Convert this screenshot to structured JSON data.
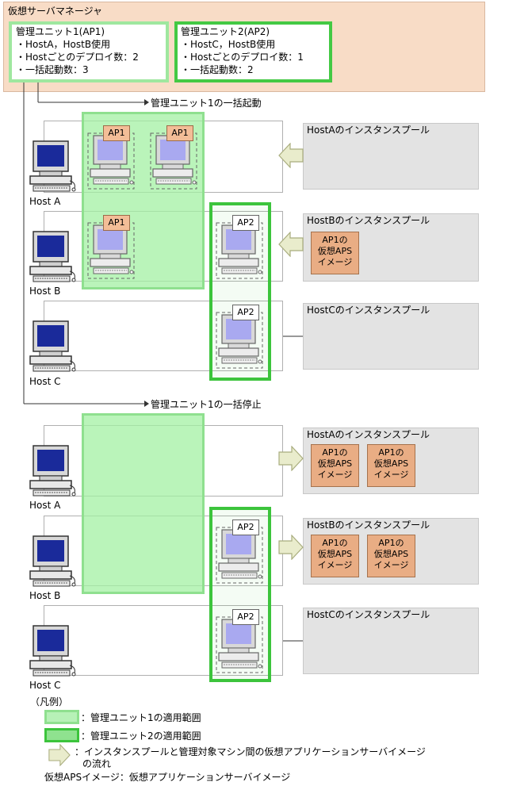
{
  "manager": {
    "title": "仮想サーバマネージャ",
    "unit1": {
      "lines": [
        "管理ユニット1(AP1)",
        "・HostA，HostB使用",
        "・Hostごとのデプロイ数：2",
        "・一括起動数：3"
      ]
    },
    "unit2": {
      "lines": [
        "管理ユニット2(AP2)",
        "・HostC，HostB使用",
        "・Hostごとのデプロイ数：1",
        "・一括起動数：2"
      ]
    }
  },
  "sections": {
    "start": "管理ユニット1の一括起動",
    "stop": "管理ユニット1の一括停止"
  },
  "hosts": {
    "a": "Host A",
    "b": "Host B",
    "c": "Host C"
  },
  "pools": {
    "a": "HostAのインスタンスプール",
    "b": "HostBのインスタンスプール",
    "c": "HostCのインスタンスプール"
  },
  "labels": {
    "ap1": "AP1",
    "ap2": "AP2"
  },
  "image": {
    "line1": "AP1の",
    "line2": "仮想APS",
    "line3": "イメージ"
  },
  "legend": {
    "heading": "（凡例）",
    "item1": "：管理ユニット1の適用範囲",
    "item2": "：管理ユニット2の適用範囲",
    "item3a": "：インスタンスプールと管理対象マシン間の仮想アプリケーションサーバイメージ",
    "item3b": "の流れ",
    "note": "仮想APSイメージ：仮想アプリケーションサーバイメージ"
  },
  "colors": {
    "unit1": "#9fe79f",
    "unit2": "#44c944",
    "manager": "#f8dcc6",
    "pool": "#e3e3e3",
    "image": "#e9ad84"
  }
}
